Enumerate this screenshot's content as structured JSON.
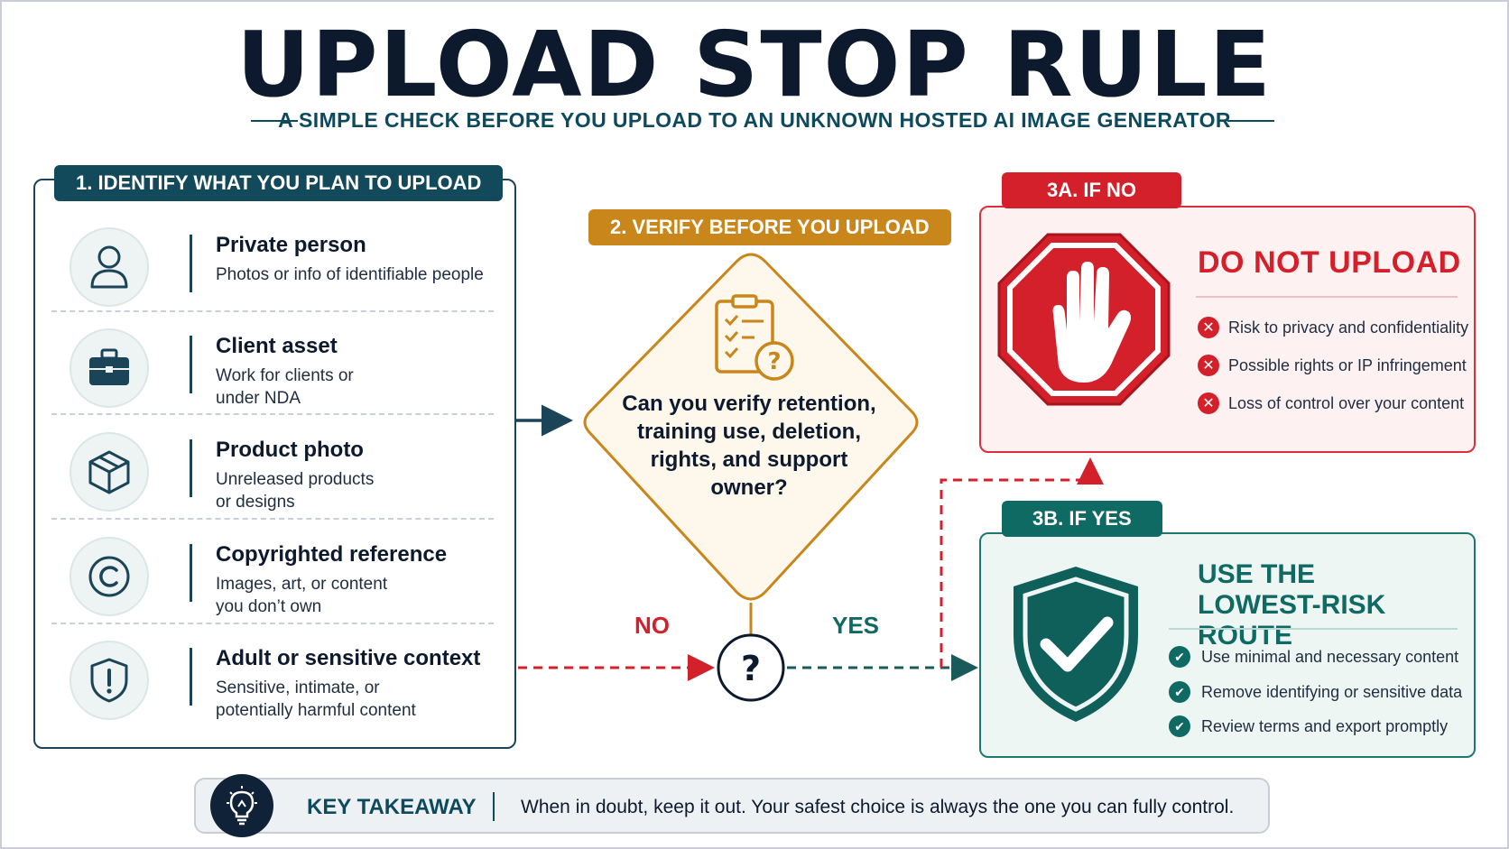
{
  "header": {
    "title": "UPLOAD STOP RULE",
    "subtitle": "A SIMPLE CHECK BEFORE YOU UPLOAD TO AN UNKNOWN HOSTED AI IMAGE GENERATOR"
  },
  "step1": {
    "label": "1. IDENTIFY WHAT YOU PLAN TO UPLOAD",
    "items": [
      {
        "icon": "person-icon",
        "title": "Private person",
        "desc": "Photos or info of identifiable people"
      },
      {
        "icon": "briefcase-icon",
        "title": "Client asset",
        "desc": "Work for clients or\nunder NDA"
      },
      {
        "icon": "box-icon",
        "title": "Product photo",
        "desc": "Unreleased products\nor designs"
      },
      {
        "icon": "copyright-icon",
        "title": "Copyrighted reference",
        "desc": "Images, art, or content\nyou don’t own"
      },
      {
        "icon": "shield-alert-icon",
        "title": "Adult or sensitive context",
        "desc": "Sensitive, intimate, or\npotentially harmful content"
      }
    ]
  },
  "step2": {
    "label": "2. VERIFY BEFORE YOU UPLOAD",
    "icon": "clipboard-question-icon",
    "question": "Can you verify retention, training use, deletion, rights, and support owner?"
  },
  "decision": {
    "symbol": "?",
    "no_label": "NO",
    "yes_label": "YES"
  },
  "step3a": {
    "label": "3A. IF NO",
    "icon": "stop-hand-icon",
    "heading": "DO NOT UPLOAD",
    "items": [
      "Risk to privacy and confidentiality",
      "Possible rights or IP infringement",
      "Loss of control over your content"
    ]
  },
  "step3b": {
    "label": "3B. IF YES",
    "icon": "shield-check-icon",
    "heading_line1": "USE THE",
    "heading_line2": "LOWEST-RISK ROUTE",
    "items": [
      "Use minimal and necessary content",
      "Remove identifying or sensitive data",
      "Review terms and export promptly"
    ]
  },
  "takeaway": {
    "icon": "lightbulb-icon",
    "label": "KEY TAKEAWAY",
    "text": "When in doubt,  keep it out. Your safest choice is always the one you can fully control."
  },
  "colors": {
    "navy": "#0d1a2e",
    "teal_dark": "#134a5b",
    "gold": "#c9861a",
    "red": "#d4202a",
    "teal": "#0f6a63"
  }
}
